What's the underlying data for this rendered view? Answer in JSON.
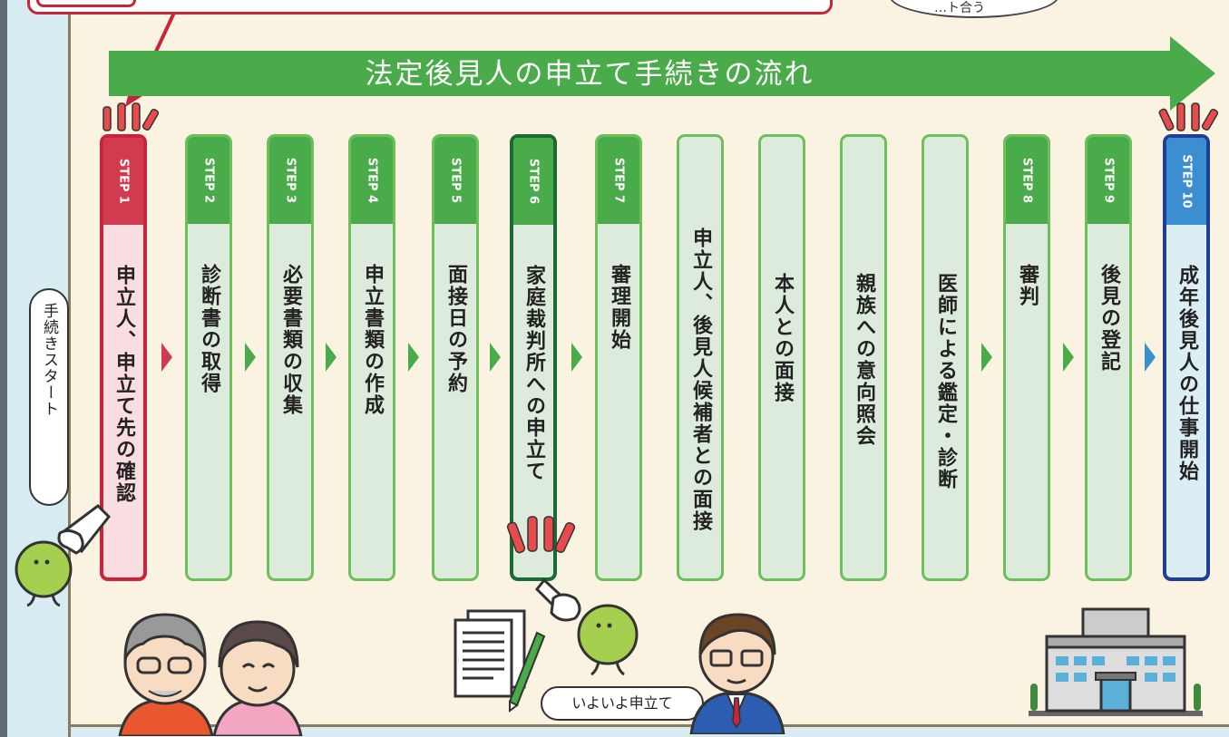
{
  "top_right_bubble": "…ト合う",
  "flow_title": "法定後見人の申立て手続きの流れ",
  "steps": [
    {
      "tab": "STEP 1",
      "label": "申立人、申立て先の確認",
      "style": "red"
    },
    {
      "tab": "STEP 2",
      "label": "診断書の取得",
      "style": "green"
    },
    {
      "tab": "STEP 3",
      "label": "必要書類の収集",
      "style": "green"
    },
    {
      "tab": "STEP 4",
      "label": "申立書類の作成",
      "style": "green"
    },
    {
      "tab": "STEP 5",
      "label": "面接日の予約",
      "style": "green"
    },
    {
      "tab": "STEP 6",
      "label": "家庭裁判所への申立て",
      "style": "dark"
    },
    {
      "tab": "STEP 7",
      "label": "審理開始",
      "style": "green"
    },
    {
      "tab": "",
      "label": "申立人、後見人候補者との面接",
      "style": "plain"
    },
    {
      "tab": "",
      "label": "本人との面接",
      "style": "plain"
    },
    {
      "tab": "",
      "label": "親族への意向照会",
      "style": "plain"
    },
    {
      "tab": "",
      "label": "医師による鑑定・診断",
      "style": "plain"
    },
    {
      "tab": "STEP 8",
      "label": "審判",
      "style": "green"
    },
    {
      "tab": "STEP 9",
      "label": "後見の登記",
      "style": "green"
    },
    {
      "tab": "STEP 10",
      "label": "成年後見人の仕事開始",
      "style": "blue"
    }
  ],
  "speech_start": "手続きスタート",
  "speech_apply": "いよいよ申立て",
  "colors": {
    "arrow_green": "#4aab4a",
    "step1_red": "#d23a4d",
    "step10_blue": "#1f3f94",
    "step6_dark_green": "#1a6a35"
  },
  "icons": [
    "hand-pointer-icon",
    "mascot-icon",
    "elderly-couple-icon",
    "documents-icon",
    "man-in-suit-icon",
    "building-icon",
    "sparkle-icon"
  ]
}
